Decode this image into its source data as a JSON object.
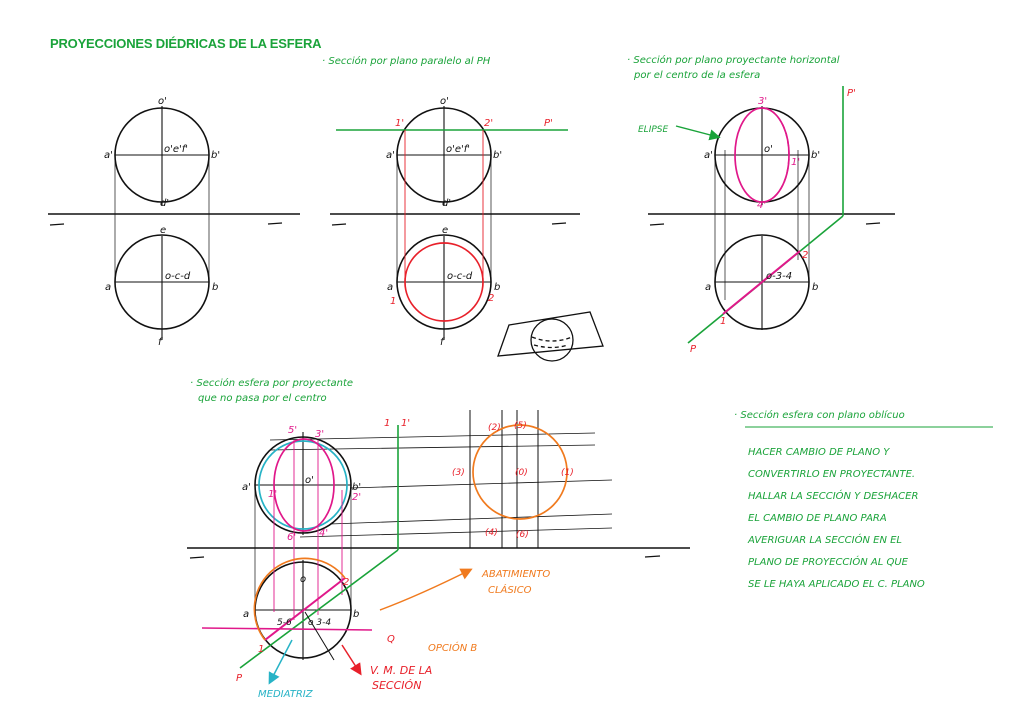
{
  "title": "PROYECCIONES DIÉDRICAS DE LA ESFERA",
  "colors": {
    "green": "#1aa33a",
    "red": "#e8202a",
    "magenta": "#e0188a",
    "orange": "#f07a1e",
    "cyan": "#27b3c6",
    "black": "#111111"
  },
  "panel1": {
    "o_prime": "o'",
    "center_prime": "o'e'f'",
    "a_prime": "a'",
    "b_prime": "b'",
    "d_prime": "d'",
    "e": "e",
    "center": "o-c-d",
    "a": "a",
    "b": "b",
    "f": "f"
  },
  "panel2": {
    "heading": "· Sección por plano paralelo al PH",
    "o_prime": "o'",
    "center_prime": "o'e'f'",
    "a_prime": "a'",
    "b_prime": "b'",
    "d_prime": "d'",
    "one_prime": "1'",
    "two_prime": "2'",
    "plane": "P'",
    "e": "e",
    "center": "o-c-d",
    "a": "a",
    "b": "b",
    "f": "f",
    "one": "1",
    "two": "2"
  },
  "panel3": {
    "heading_1": "· Sección por plano proyectante horizontal",
    "heading_2": "por el centro de la esfera",
    "elipse": "ELIPSE",
    "three_prime": "3'",
    "four_prime": "4'",
    "o_prime": "o'",
    "a_prime": "a'",
    "b_prime": "b'",
    "one_prime": "1'",
    "plane_prime": "P'",
    "a": "a",
    "b": "b",
    "center": "o-3-4",
    "one": "1",
    "two": "2",
    "plane": "P"
  },
  "panel4": {
    "heading_1": "· Sección esfera por proyectante",
    "heading_2": "que no pasa por el centro",
    "five_prime": "5'",
    "three_prime": "3'",
    "o_prime": "o'",
    "a_prime": "a'",
    "b_prime": "b'",
    "one_prime": "1'",
    "two_prime": "2'",
    "six_prime": "6'",
    "four_prime": "4'",
    "one_top": "1",
    "one_top_prime": "1'",
    "a": "a",
    "b": "b",
    "o": "o",
    "label_56": "5-6",
    "label_34": "o 3-4",
    "one": "1",
    "two": "2",
    "plane_p": "P",
    "plane_q": "Q",
    "mediatriz": "MEDIATRIZ",
    "vm_1": "V. M. DE LA",
    "vm_2": "SECCIÓN",
    "opcion": "OPCIÓN B",
    "abat_1": "ABATIMIENTO",
    "abat_2": "CLÁSICO"
  },
  "abatimiento": {
    "p2": "(2)",
    "p5": "(5)",
    "p3": "(3)",
    "p0": "(0)",
    "p1": "(1)",
    "p4": "(4)",
    "p6": "(6)"
  },
  "oblique_note": {
    "heading": "· Sección esfera con plano oblícuo",
    "lines": [
      "HACER CAMBIO DE PLANO Y",
      "CONVERTIRLO EN PROYECTANTE.",
      "HALLAR LA SECCIÓN Y DESHACER",
      "EL CAMBIO DE PLANO PARA",
      "AVERIGUAR LA SECCIÓN EN EL",
      "PLANO DE PROYECCIÓN AL QUE",
      "SE LE HAYA APLICADO EL C. PLANO"
    ]
  }
}
